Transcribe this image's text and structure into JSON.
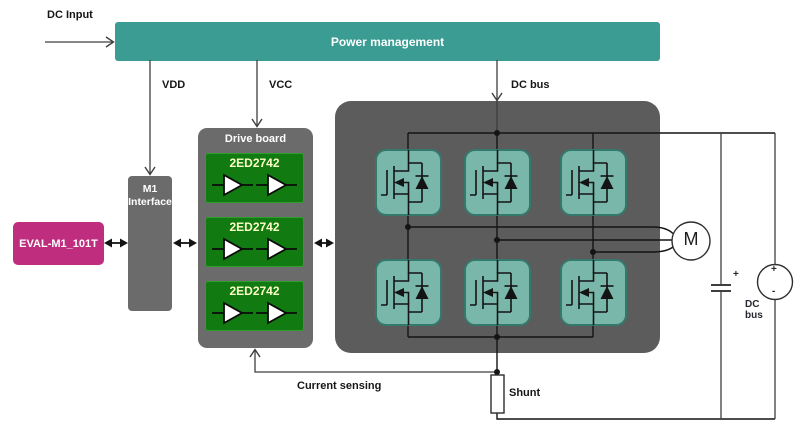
{
  "theme": {
    "teal": "#3a9c92",
    "block_gray": "#6b6b6b",
    "inverter_gray": "#5c5c5c",
    "driver_green": "#117a11",
    "driver_green_border": "#2f9e2f",
    "driver_text": "#ffffc8",
    "magenta": "#bf2d7e",
    "tile_teal": "#79b7aa",
    "tile_border": "#35786c",
    "wire": "#3f3f3f",
    "ink": "#141414"
  },
  "diagram": {
    "dc_input_label": "DC Input",
    "power_management": {
      "label": "Power management"
    },
    "rails": {
      "vdd": "VDD",
      "vcc": "VCC",
      "dc_bus": "DC bus"
    },
    "controller": {
      "label": "EVAL-M1_101T"
    },
    "interface": {
      "line1": "M1",
      "line2": "Interface"
    },
    "drive_board": {
      "label": "Drive board",
      "drivers": [
        {
          "label": "2ED2742"
        },
        {
          "label": "2ED2742"
        },
        {
          "label": "2ED2742"
        }
      ]
    },
    "inverter": {
      "mosfet_count": "6"
    },
    "motor_label": "M",
    "current_sensing_label": "Current sensing",
    "shunt_label": "Shunt",
    "capacitor_plus": "+",
    "dc_bus_source": {
      "line1": "DC",
      "line2": "bus",
      "plus": "+",
      "minus": "-"
    }
  }
}
